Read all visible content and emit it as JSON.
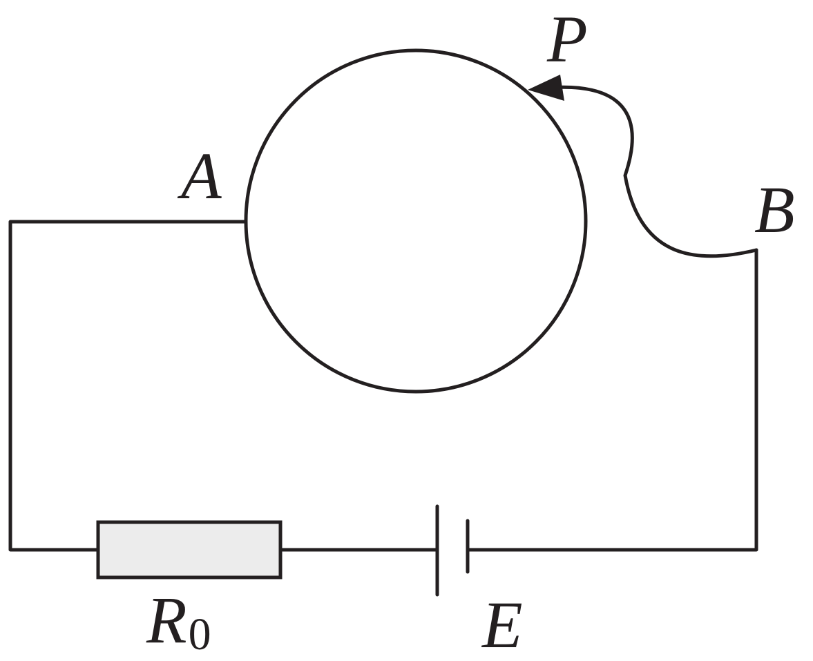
{
  "colors": {
    "line": "#231f20",
    "resistor_fill": "#ececec"
  },
  "labels": {
    "A": "A",
    "P": "P",
    "B": "B",
    "R": "R",
    "R_sub": "0",
    "E": "E"
  }
}
